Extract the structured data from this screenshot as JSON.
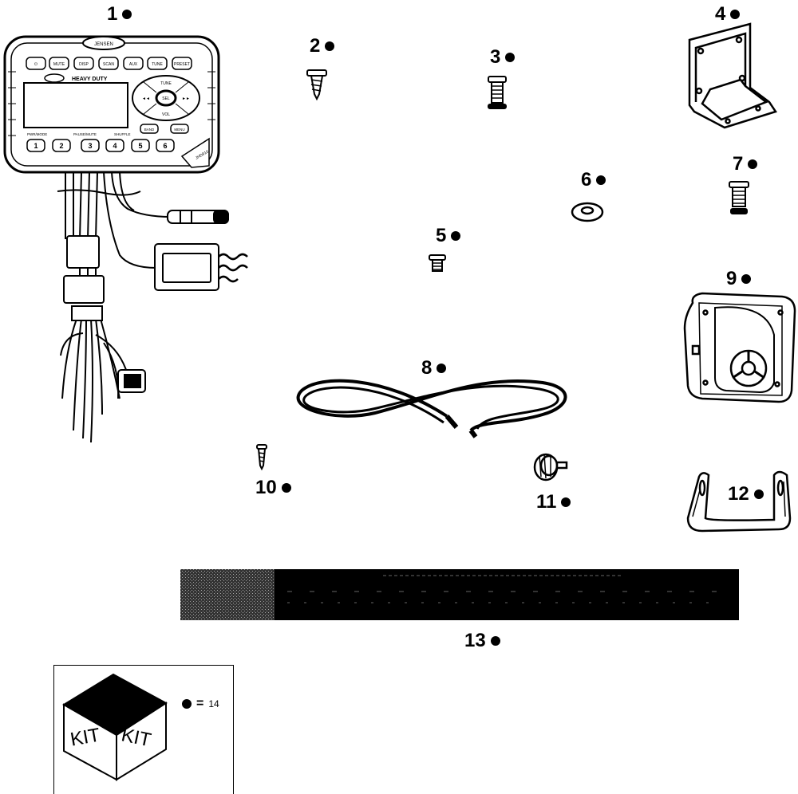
{
  "callouts": [
    {
      "id": "c1",
      "label": "1"
    },
    {
      "id": "c2",
      "label": "2"
    },
    {
      "id": "c3",
      "label": "3"
    },
    {
      "id": "c4",
      "label": "4"
    },
    {
      "id": "c5",
      "label": "5"
    },
    {
      "id": "c6",
      "label": "6"
    },
    {
      "id": "c7",
      "label": "7"
    },
    {
      "id": "c8",
      "label": "8"
    },
    {
      "id": "c9",
      "label": "9"
    },
    {
      "id": "c10",
      "label": "10"
    },
    {
      "id": "c11",
      "label": "11"
    },
    {
      "id": "c12",
      "label": "12"
    },
    {
      "id": "c13",
      "label": "13"
    }
  ],
  "radio": {
    "brand": "JENSEN",
    "model_text": "HEAVY DUTY",
    "top_buttons": [
      "⏻",
      "MUTE",
      "DISP",
      "SCAN",
      "AUX",
      "TUNE",
      "PRESET"
    ],
    "preset_buttons": [
      "1",
      "2",
      "3",
      "4",
      "5",
      "6"
    ],
    "preset_captions": [
      "PWR/MODE",
      "PAUSE/MUTE",
      "SHUFFLE"
    ],
    "small_buttons": [
      "BAND",
      "MENU"
    ],
    "dpad": {
      "center": "SEL",
      "up": "TUNE",
      "down": "VOL",
      "left": "◄◄",
      "right": "►►"
    },
    "badge": "JHD910"
  },
  "kit": {
    "faces": [
      "KIT",
      "KIT"
    ],
    "legend_value": "14"
  },
  "colors": {
    "ink": "#000000",
    "paper": "#ffffff",
    "gray": "#777777"
  }
}
